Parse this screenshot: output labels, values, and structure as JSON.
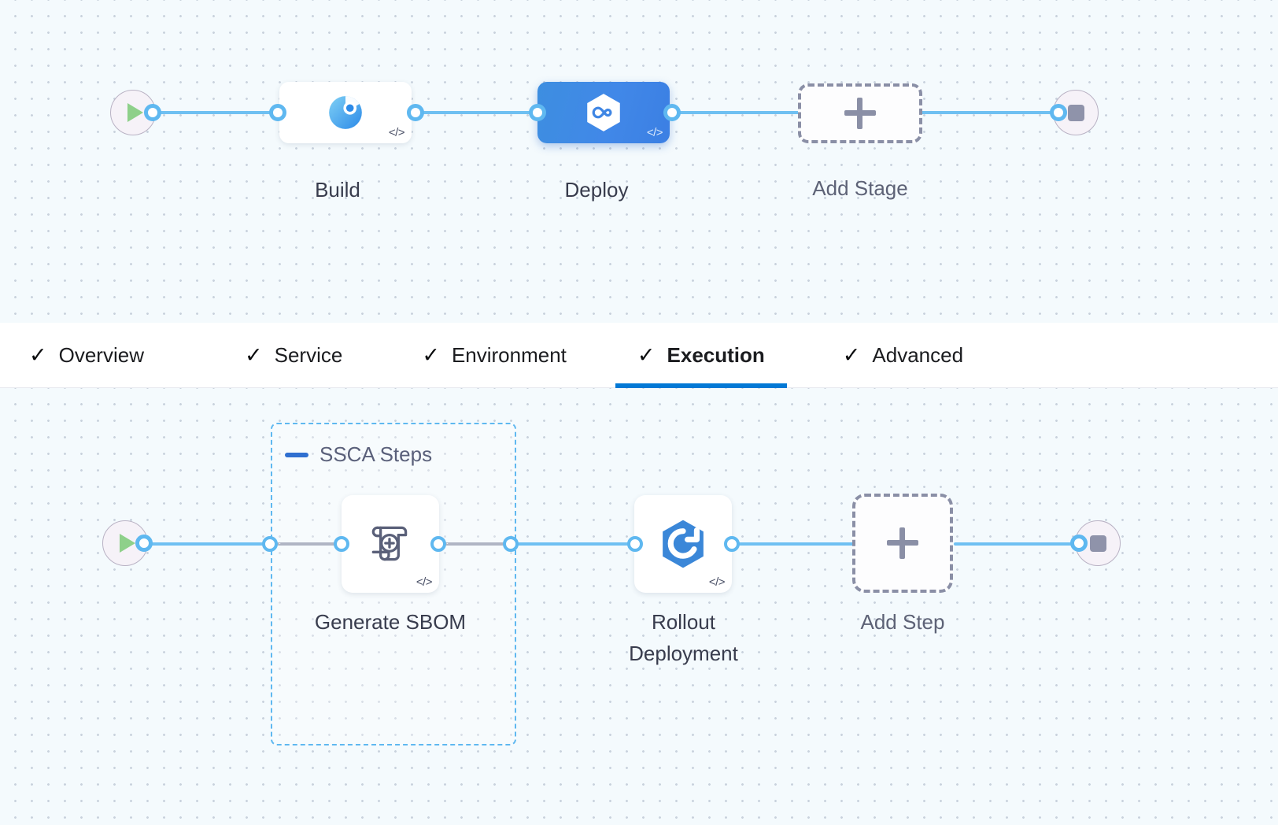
{
  "stage_graph": {
    "start_node": {
      "name": "pipeline-start",
      "icon": "play-icon"
    },
    "end_node": {
      "name": "pipeline-end",
      "icon": "stop-icon"
    },
    "stages": [
      {
        "label": "Build",
        "icon": "build-ci-icon",
        "selected": false,
        "code_badge": "</>"
      },
      {
        "label": "Deploy",
        "icon": "deploy-cd-icon",
        "selected": true,
        "code_badge": "</>"
      }
    ],
    "add_stage": {
      "label": "Add Stage",
      "icon": "plus-icon"
    }
  },
  "tabs": {
    "items": [
      {
        "label": "Overview",
        "check": "✓",
        "active": false
      },
      {
        "label": "Service",
        "check": "✓",
        "active": false
      },
      {
        "label": "Environment",
        "check": "✓",
        "active": false
      },
      {
        "label": "Execution",
        "check": "✓",
        "active": true
      },
      {
        "label": "Advanced",
        "check": "✓",
        "active": false
      }
    ],
    "active_color": "#0278d5"
  },
  "step_graph": {
    "start_node": {
      "name": "execution-start",
      "icon": "play-icon"
    },
    "end_node": {
      "name": "execution-end",
      "icon": "stop-icon"
    },
    "group": {
      "title": "SSCA Steps",
      "collapse_icon": "minus-icon",
      "border_color": "#5fb8f0"
    },
    "steps": [
      {
        "label": "Generate SBOM",
        "icon": "sbom-scroll-icon",
        "code_badge": "</>",
        "in_group": true
      },
      {
        "label": "Rollout\nDeployment",
        "icon": "k8s-rollout-hexagon-icon",
        "code_badge": "</>",
        "in_group": false
      }
    ],
    "add_step": {
      "label": "Add Step",
      "icon": "plus-icon"
    }
  },
  "theme": {
    "canvas_bg": "#f4fafd",
    "edge_color": "#6fc0f2",
    "dashed_edge_color": "#b0b5c4",
    "selected_node_bg": "#3f86e4",
    "accent": "#0278d5"
  }
}
